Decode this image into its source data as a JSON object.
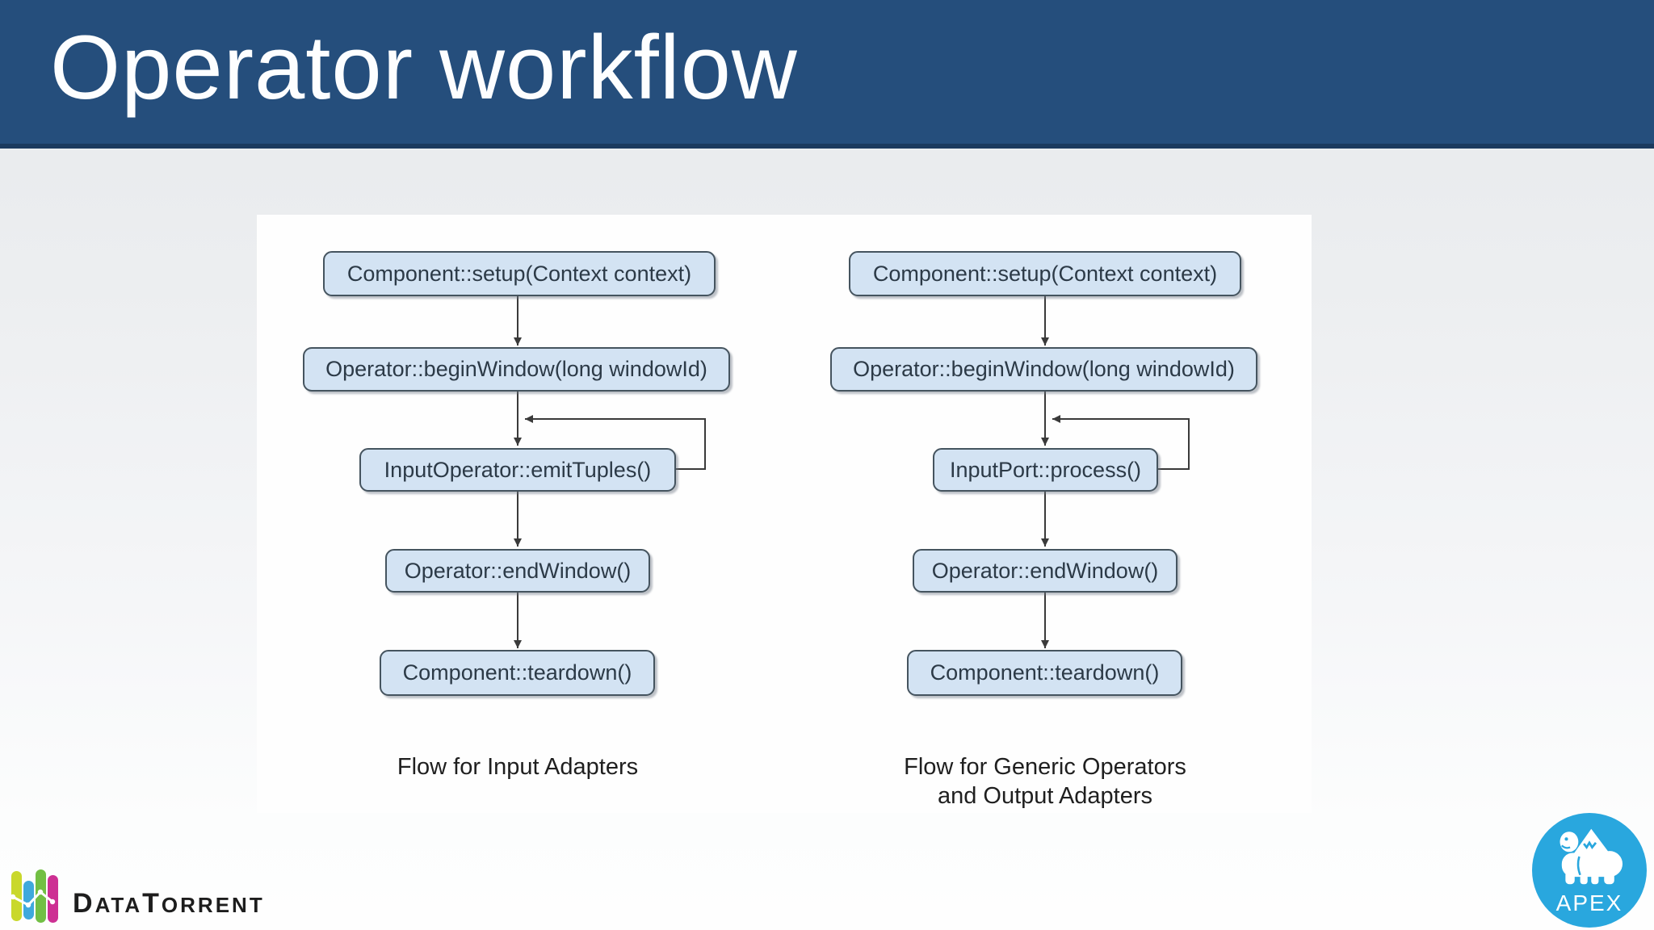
{
  "slide": {
    "title": "Operator workflow"
  },
  "charts": [
    {
      "name": "input-adapters",
      "nodes": [
        "Component::setup(Context context)",
        "Operator::beginWindow(long windowId)",
        "InputOperator::emitTuples()",
        "Operator::endWindow()",
        "Component::teardown()"
      ],
      "caption_lines": [
        "Flow for Input Adapters"
      ]
    },
    {
      "name": "generic-operators-output-adapters",
      "nodes": [
        "Component::setup(Context context)",
        "Operator::beginWindow(long windowId)",
        "InputPort::process()",
        "Operator::endWindow()",
        "Component::teardown()"
      ],
      "caption_lines": [
        "Flow for Generic Operators",
        "and Output Adapters"
      ]
    }
  ],
  "brand": {
    "datatorrent": {
      "parts": [
        "D",
        "ATA",
        "T",
        "ORRENT"
      ]
    },
    "apex": {
      "label": "APEX"
    }
  },
  "colors": {
    "title-bar": "#254e7c",
    "title-bar-edge": "#1b3a5e",
    "node-fill": "#d3e3f3",
    "node-border": "#45545f",
    "node-text": "#2c3a47",
    "arrow": "#3a3a3a",
    "apex-blue": "#29a7de",
    "dt-lime": "#c9d82c",
    "dt-blue": "#3fa9dc",
    "dt-green": "#72bf44",
    "dt-magenta": "#cd3093",
    "caption-text": "#1f1f1f",
    "wordmark-text": "#1d1d1d"
  }
}
